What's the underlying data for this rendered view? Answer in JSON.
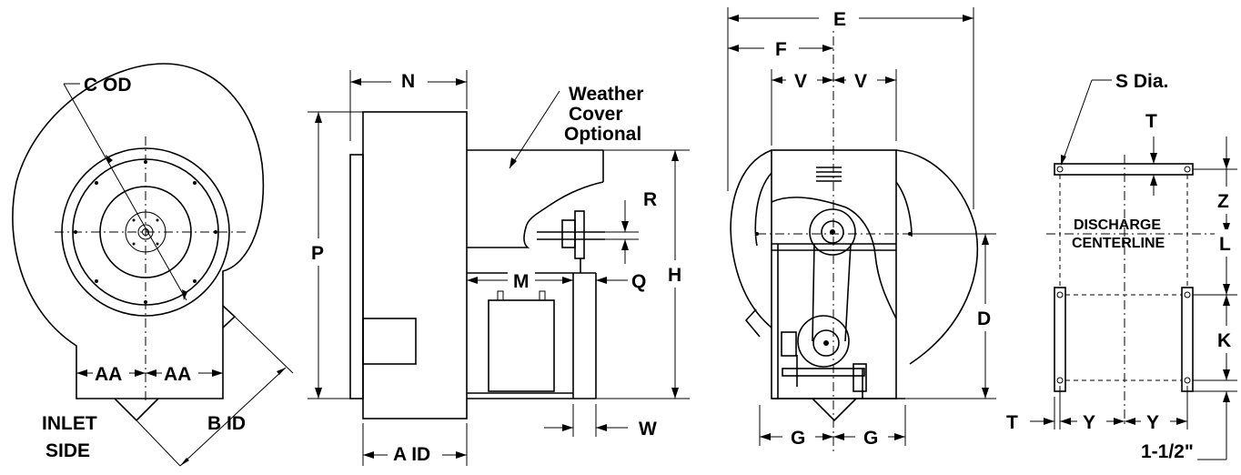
{
  "labels": {
    "c_od": "C OD",
    "aa": "AA",
    "inlet": "INLET",
    "side": "SIDE",
    "b_id": "B ID",
    "n": "N",
    "p": "P",
    "a_id": "A ID",
    "weather": "Weather",
    "cover": "Cover",
    "optional": "Optional",
    "r": "R",
    "m": "M",
    "q": "Q",
    "h": "H",
    "w": "W",
    "e": "E",
    "f": "F",
    "v": "V",
    "d": "D",
    "g": "G",
    "s_dia": "S Dia.",
    "t": "T",
    "z": "Z",
    "discharge": "DISCHARGE",
    "centerline": "CENTERLINE",
    "l": "L",
    "k": "K",
    "y": "Y",
    "one_half": "1-1/2\""
  }
}
